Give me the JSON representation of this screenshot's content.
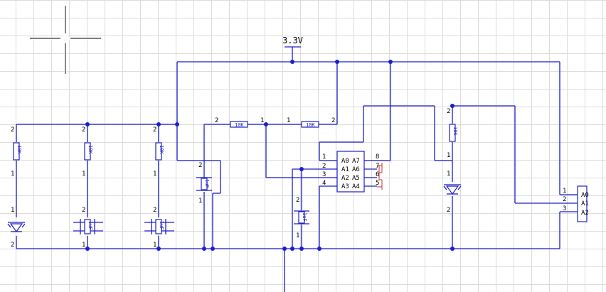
{
  "power": {
    "label": "3.3V"
  },
  "resistors": [
    {
      "id": "r1",
      "value": "10K",
      "pin_top": "2",
      "pin_bottom": "1"
    },
    {
      "id": "r2",
      "value": "10K",
      "pin_top": "2",
      "pin_bottom": "1"
    },
    {
      "id": "r3",
      "value": "10K",
      "pin_top": "2",
      "pin_bottom": "1"
    },
    {
      "id": "r4",
      "value": "10K",
      "pin_left": "2",
      "pin_right": "1"
    },
    {
      "id": "r5",
      "value": "10K",
      "pin_left": "1",
      "pin_right": "2"
    },
    {
      "id": "r6",
      "value": "10K",
      "pin_top": "2",
      "pin_bottom": "1"
    }
  ],
  "diodes": [
    {
      "id": "d1",
      "pin_top": "1",
      "pin_bottom": "2"
    },
    {
      "id": "d2",
      "pin_top": "1",
      "pin_bottom": "2"
    }
  ],
  "buttons": [
    {
      "id": "sw1",
      "value": "1uF",
      "pin_top": "2",
      "pin_bottom": "1"
    },
    {
      "id": "sw2",
      "value": "1uF",
      "pin_top": "2",
      "pin_bottom": "1"
    }
  ],
  "capacitors": [
    {
      "id": "c1",
      "value": "1uF",
      "pin_top": "2",
      "pin_bottom": "1"
    },
    {
      "id": "c2",
      "value": "1uF",
      "pin_top": "2",
      "pin_bottom": "1"
    }
  ],
  "ic": {
    "left_pins": [
      {
        "num": "1",
        "label": "A0"
      },
      {
        "num": "2",
        "label": "A1"
      },
      {
        "num": "3",
        "label": "A2"
      },
      {
        "num": "4",
        "label": "A3"
      }
    ],
    "right_pins": [
      {
        "num": "8",
        "label": "A7"
      },
      {
        "num": "7",
        "label": "A6"
      },
      {
        "num": "6",
        "label": "A5"
      },
      {
        "num": "5",
        "label": "A4"
      }
    ]
  },
  "connector": {
    "pins": [
      {
        "num": "1",
        "label": "A0"
      },
      {
        "num": "2",
        "label": "A1"
      },
      {
        "num": "3",
        "label": "A2"
      }
    ]
  }
}
